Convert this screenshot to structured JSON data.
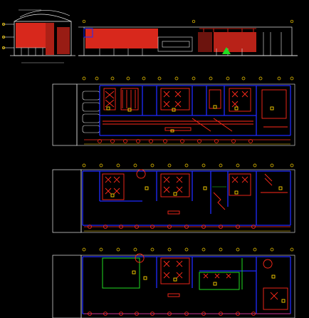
{
  "drawing": {
    "background": "#000000",
    "colors": {
      "wall": "#1e2bff",
      "furniture": "#ff2a1a",
      "symbols": "#ffd400",
      "zones": "#22dd22",
      "frame": "#e8e8e8",
      "hatch": "#d8281c"
    },
    "views": [
      {
        "name": "section-side",
        "kind": "elevation"
      },
      {
        "name": "elevation-long",
        "kind": "elevation"
      },
      {
        "name": "floor-plan-1",
        "kind": "plan"
      },
      {
        "name": "floor-plan-2",
        "kind": "plan"
      },
      {
        "name": "floor-plan-3",
        "kind": "plan"
      }
    ]
  }
}
